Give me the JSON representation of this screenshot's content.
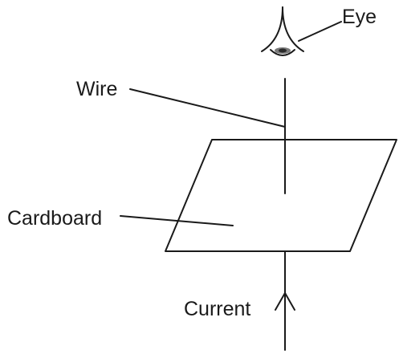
{
  "labels": {
    "eye": "Eye",
    "wire": "Wire",
    "cardboard": "Cardboard",
    "current": "Current"
  },
  "colors": {
    "ink": "#1a1a1a",
    "eye_iris": "#7a7a7a",
    "eye_pupil": "#2a2a2a"
  }
}
